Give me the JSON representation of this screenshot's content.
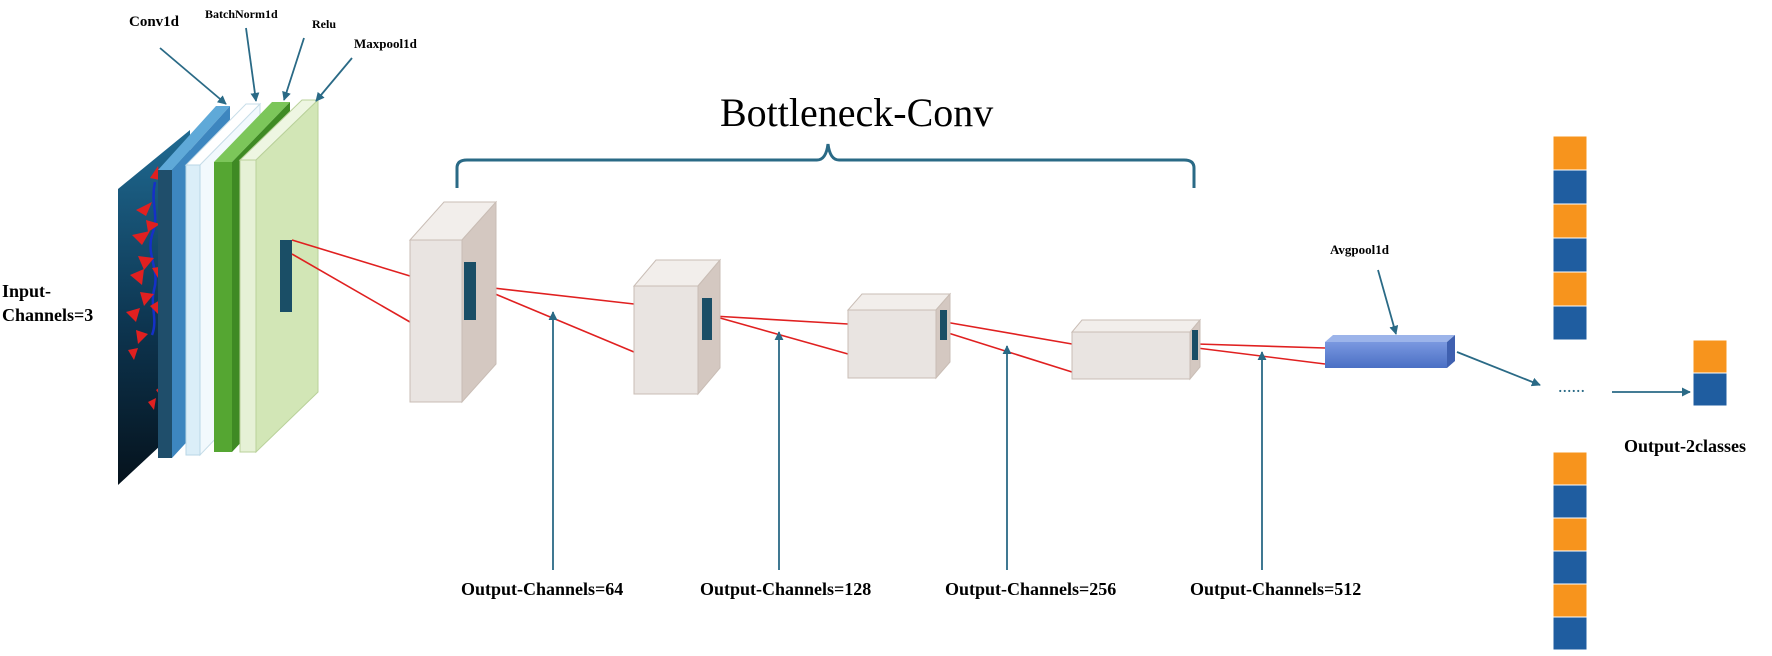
{
  "labels": {
    "conv1d": "Conv1d",
    "batchnorm1d": "BatchNorm1d",
    "relu": "Relu",
    "maxpool1d": "Maxpool1d",
    "bottleneck": "Bottleneck-Conv",
    "input_line1": "Input-",
    "input_line2": "Channels=3",
    "avgpool1d": "Avgpool1d",
    "ellipsis": "......",
    "output_classes": "Output-2classes",
    "out64": "Output-Channels=64",
    "out128": "Output-Channels=128",
    "out256": "Output-Channels=256",
    "out512": "Output-Channels=512"
  },
  "colors": {
    "arrow": "#2a6a86",
    "connector": "#e02020",
    "block_front": "#e9e4e1",
    "block_side": "#d4c8c1",
    "kernel": "#1a4e66",
    "conv_layer": "#1f4e6b",
    "batchnorm_layer": "#dbeef8",
    "relu_layer": "#55a632",
    "maxpool_layer": "#d2e6b6",
    "avgpool": "#5b7fd0",
    "out_orange": "#f7941d",
    "out_blue": "#1f5da0",
    "input_signal": "#e02020",
    "input_trace": "#1530c8"
  }
}
